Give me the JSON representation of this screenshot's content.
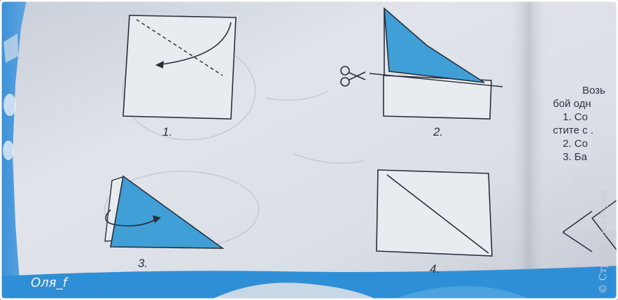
{
  "steps": [
    {
      "caption": "1."
    },
    {
      "caption": "2."
    },
    {
      "caption": "3."
    },
    {
      "caption": "4."
    }
  ],
  "right_page_lines": [
    "Возь",
    "бой одн",
    "1. Со",
    "стите с .",
    "2. Со",
    "3. Ба"
  ],
  "watermark": "© Страна Мастеров",
  "signature": "Оля_f",
  "colors": {
    "fold_blue": "#3f9fd6",
    "page": "#dfe3ea",
    "edge_blue": "#2f8fd6"
  }
}
